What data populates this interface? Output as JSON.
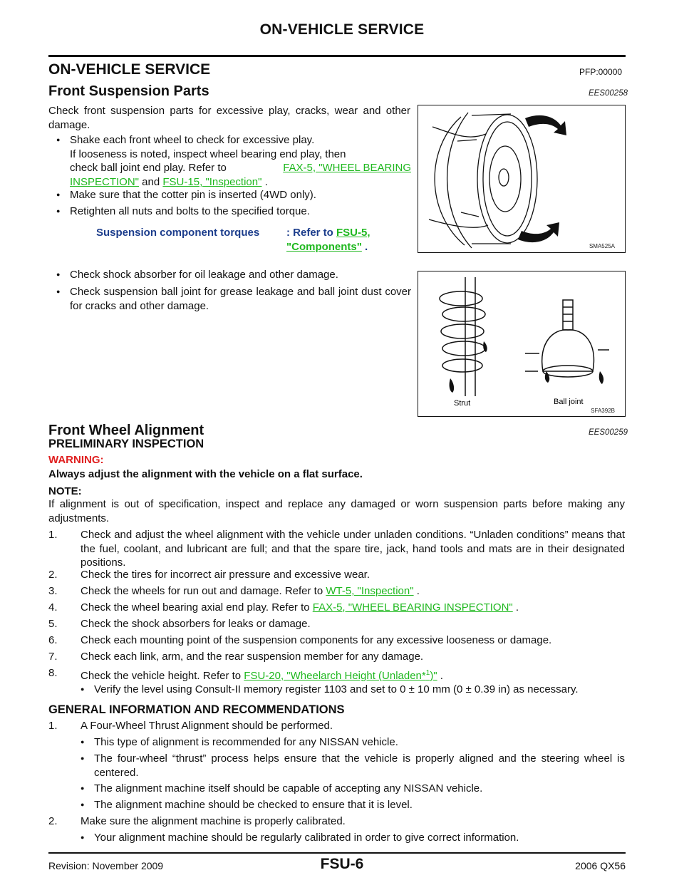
{
  "header": {
    "title": "ON-VEHICLE SERVICE"
  },
  "section": {
    "title": "ON-VEHICLE SERVICE",
    "code": "PFP:00000"
  },
  "front_suspension": {
    "title": "Front Suspension Parts",
    "code": "EES00258",
    "intro": "Check front suspension parts for excessive play, cracks, wear and other damage.",
    "b1_line1": "Shake each front wheel to check for excessive play.",
    "b1_line2": "If looseness is noted, inspect wheel bearing end play, then",
    "b1_line3a": "check ball joint end play. Refer to ",
    "b1_link1a": "FAX-5, \"WHEEL BEARING",
    "b1_link1b": "INSPECTION\"",
    "b1_and": " and ",
    "b1_link2": "FSU-15, \"Inspection\"",
    "b1_end": " .",
    "b2": "Make sure that the cotter pin is inserted (4WD only).",
    "b3": "Retighten all nuts and bolts to the specified torque.",
    "torque_label": "Suspension component torques",
    "torque_refer": ": Refer to ",
    "torque_link_a": "FSU-5,",
    "torque_link_b": "\"Components\"",
    "torque_end": " .",
    "b4": "Check shock absorber for oil leakage and other damage.",
    "b5": "Check suspension ball joint for grease leakage and ball joint dust cover for cracks and other damage.",
    "fig1_caption": "SMA525A",
    "fig2_caption": "SFA392B",
    "fig2_label_strut": "Strut",
    "fig2_label_ball": "Ball joint"
  },
  "alignment": {
    "title": "Front Wheel Alignment",
    "code": "EES00259",
    "sub1": "PRELIMINARY INSPECTION",
    "warning_label": "WARNING:",
    "warning_text": "Always adjust the alignment with the vehicle on a flat surface.",
    "note_label": "NOTE:",
    "note_text": "If alignment is out of specification, inspect and replace any damaged or worn suspension parts before making any adjustments.",
    "s1_num": "1.",
    "s1": "Check and adjust the wheel alignment with the vehicle under unladen conditions. “Unladen conditions” means that the fuel, coolant, and lubricant are full; and that the spare tire, jack, hand tools and mats are in their designated positions.",
    "s2_num": "2.",
    "s2": "Check the tires for incorrect air pressure and excessive wear.",
    "s3_num": "3.",
    "s3": "Check the wheels for run out and damage. Refer to ",
    "s3_link": "WT-5, \"Inspection\"",
    "s3_end": " .",
    "s4_num": "4.",
    "s4": "Check the wheel bearing axial end play. Refer to ",
    "s4_link": "FAX-5, \"WHEEL BEARING INSPECTION\"",
    "s4_end": " .",
    "s5_num": "5.",
    "s5": "Check the shock absorbers for leaks or damage.",
    "s6_num": "6.",
    "s6": "Check each mounting point of the suspension components for any excessive looseness or damage.",
    "s7_num": "7.",
    "s7": "Check each link, arm, and the rear suspension member for any damage.",
    "s8_num": "8.",
    "s8": "Check the vehicle height. Refer to ",
    "s8_link": "FSU-20, \"Wheelarch Height (Unladen*",
    "s8_sup": "1",
    "s8_link2": ")\"",
    "s8_end": " .",
    "s8_b1": "Verify the level using Consult-II memory register 1103 and set to 0 ± 10 mm (0 ± 0.39 in) as necessary.",
    "sub2": "GENERAL INFORMATION AND RECOMMENDATIONS",
    "g1_num": "1.",
    "g1": "A Four-Wheel Thrust Alignment should be performed.",
    "g1_b1": "This type of alignment is recommended for any NISSAN vehicle.",
    "g1_b2": "The four-wheel “thrust” process helps ensure that the vehicle is properly aligned and the steering wheel is centered.",
    "g1_b3": "The alignment machine itself should be capable of accepting any NISSAN vehicle.",
    "g1_b4": "The alignment machine should be checked to ensure that it is level.",
    "g2_num": "2.",
    "g2": "Make sure the alignment machine is properly calibrated.",
    "g2_b1": "Your alignment machine should be regularly calibrated in order to give correct information."
  },
  "footer": {
    "revision": "Revision: November 2009",
    "page": "FSU-6",
    "model": "2006 QX56"
  }
}
